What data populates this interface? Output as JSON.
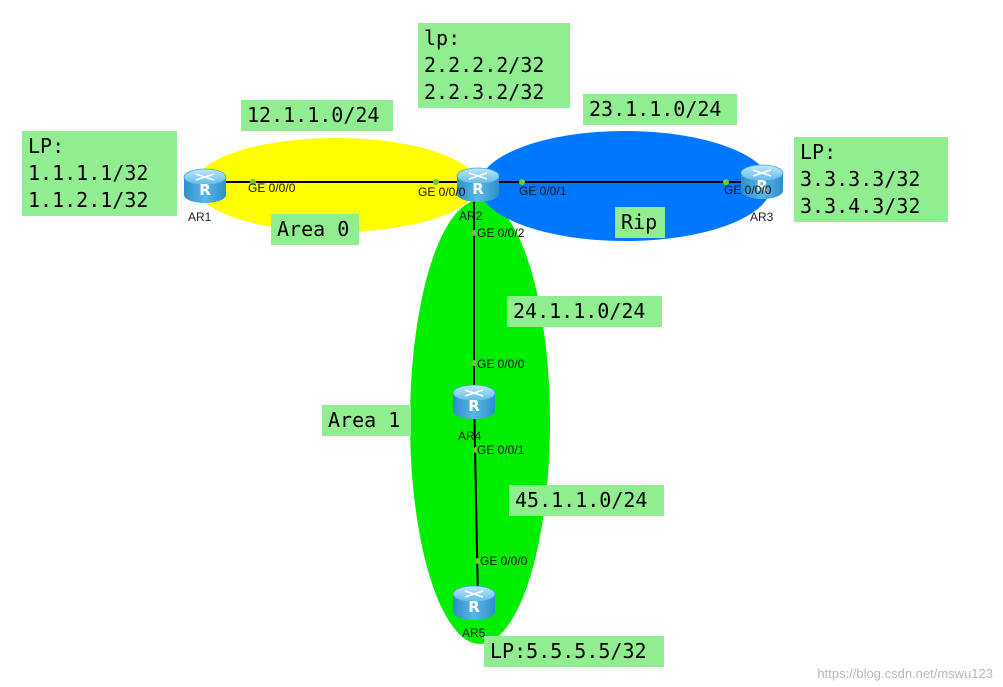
{
  "areas": {
    "area0": "Area 0",
    "area1": "Area 1",
    "rip": "Rip"
  },
  "subnets": {
    "ar1_ar2": "12.1.1.0/24",
    "ar2_ar3": "23.1.1.0/24",
    "ar2_ar4": "24.1.1.0/24",
    "ar4_ar5": "45.1.1.0/24"
  },
  "loopbacks": {
    "ar1": [
      "LP:",
      "1.1.1.1/32",
      "1.1.2.1/32"
    ],
    "ar2": [
      "lp:",
      "2.2.2.2/32",
      "2.2.3.2/32"
    ],
    "ar3": [
      "LP:",
      "3.3.3.3/32",
      "3.3.4.3/32"
    ],
    "ar5": "LP:5.5.5.5/32"
  },
  "routers": {
    "ar1": "AR1",
    "ar2": "AR2",
    "ar3": "AR3",
    "ar4": "AR4",
    "ar5": "AR5"
  },
  "ports": {
    "ar1_g000": "GE 0/0/0",
    "ar2_g000": "GE 0/0/0",
    "ar2_g001": "GE 0/0/1",
    "ar2_g002": "GE 0/0/2",
    "ar3_g000": "GE 0/0/0",
    "ar4_g000": "GE 0/0/0",
    "ar4_g001": "GE 0/0/1",
    "ar5_g000": "GE 0/0/0"
  },
  "colors": {
    "area0": "#ffff00",
    "area1": "#00ee00",
    "rip": "#0077ff",
    "label_bg": "#90ee90",
    "router": "#3aa7e0"
  },
  "icons": {
    "router": "router-icon"
  },
  "watermark": "https://blog.csdn.net/mswu123"
}
